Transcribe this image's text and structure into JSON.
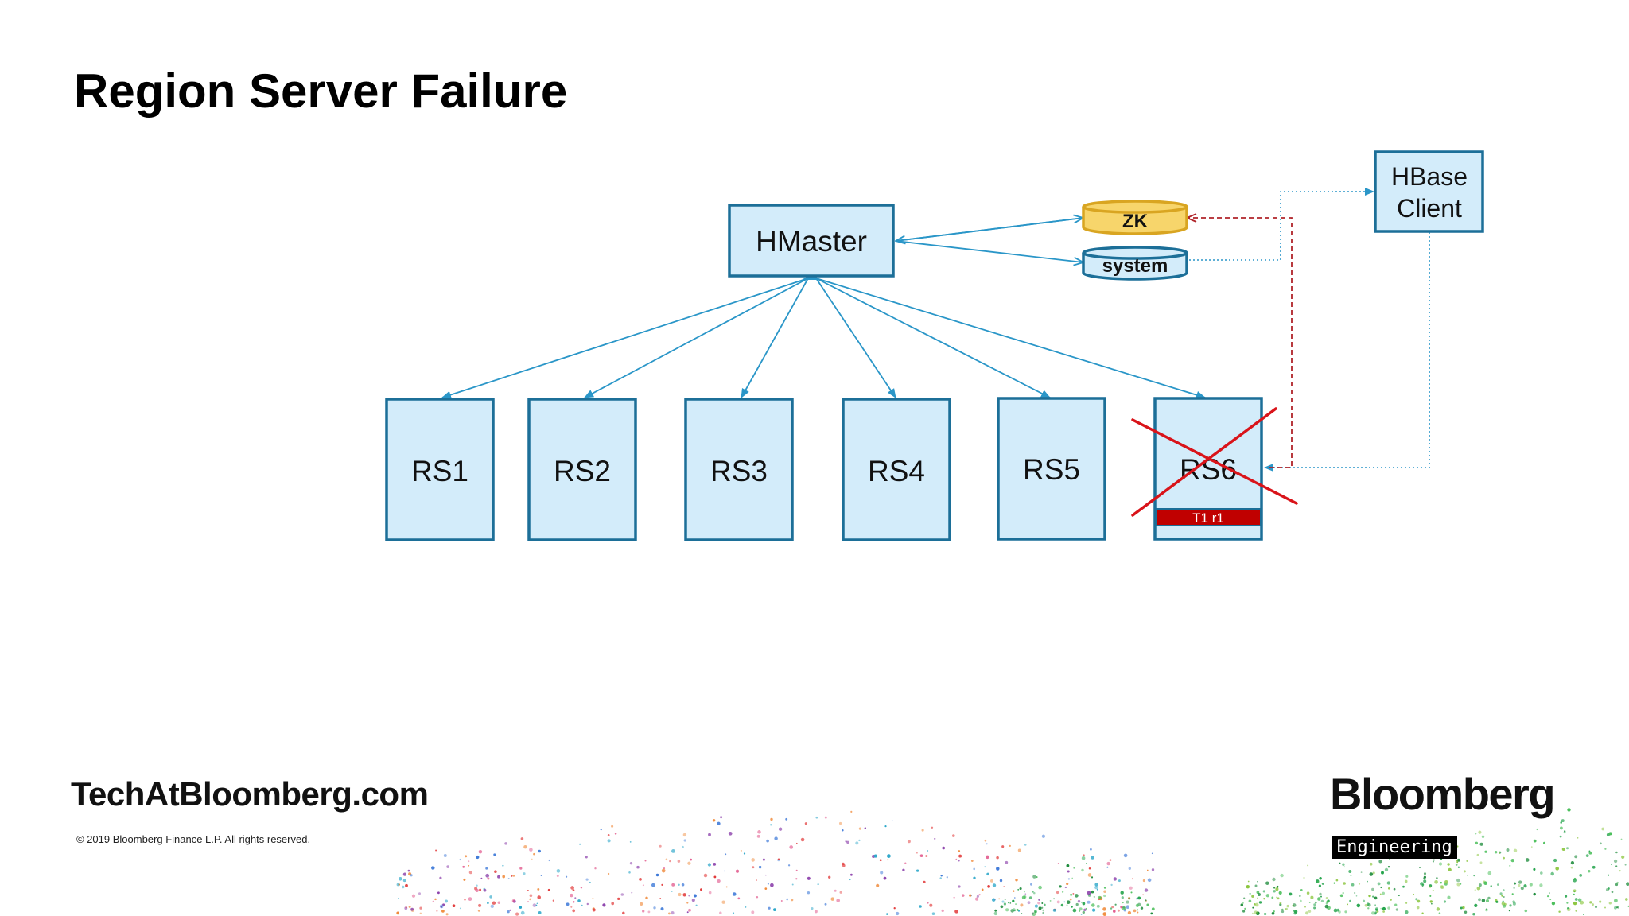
{
  "slide": {
    "title": "Region Server Failure",
    "footer": {
      "website": "TechAtBloomberg.com",
      "copyright": "© 2019 Bloomberg Finance L.P. All rights reserved.",
      "brand": "Bloomberg",
      "brand_sub": "Engineering"
    }
  },
  "diagram": {
    "hmaster": "HMaster",
    "client": {
      "line1": "HBase",
      "line2": "Client"
    },
    "zk": "ZK",
    "system": "system",
    "region_servers": [
      "RS1",
      "RS2",
      "RS3",
      "RS4",
      "RS5",
      "RS6"
    ],
    "failed_region": "T1 r1"
  },
  "colors": {
    "box_fill": "#d3ecfa",
    "box_stroke": "#1c6f98",
    "arrow": "#2a96c8",
    "zk_fill": "#f7d56b",
    "zk_stroke": "#d9a521",
    "failure_red": "#d9141a",
    "region_red": "#c00000",
    "zk_link": "#b0242a"
  }
}
